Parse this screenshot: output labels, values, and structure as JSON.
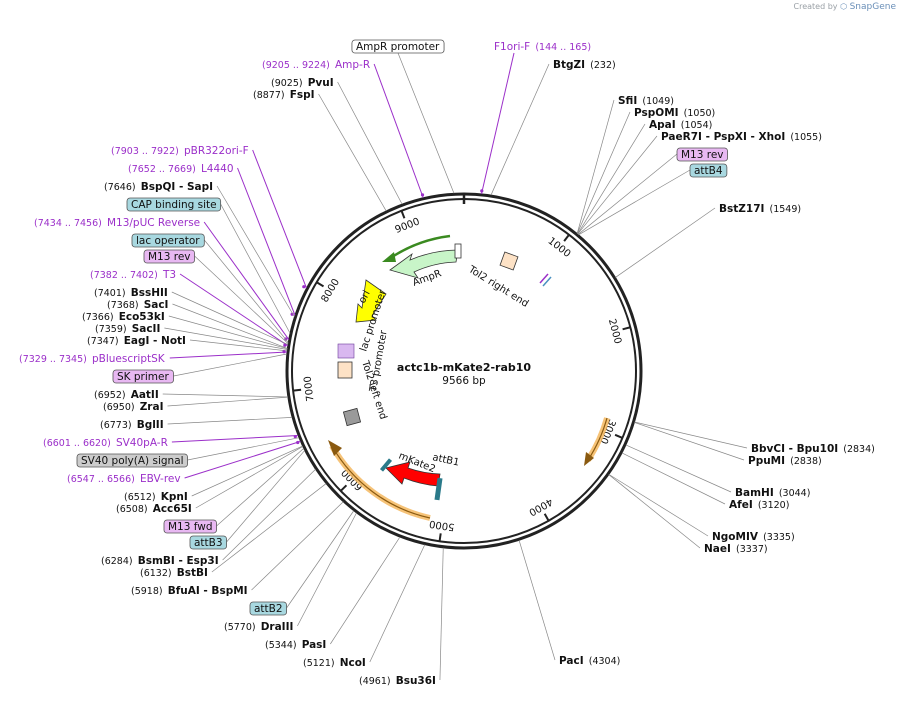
{
  "credit": {
    "prefix": "Created by",
    "brand": "SnapGene"
  },
  "plasmid": {
    "name": "actc1b-mKate2-rab10",
    "length_label": "9566 bp",
    "length": 9566
  },
  "colors": {
    "backbone": "#222222",
    "feature_purple": "#9b2fc9",
    "site_black": "#111111",
    "box_white": "#ffffff",
    "box_purple": "#e8b8f2",
    "box_teal": "#a8d8e0",
    "box_gray": "#cccccc",
    "ampr": "#c8f5c8",
    "ori": "#ffff00",
    "mkate2": "#ff0000",
    "arrow_orange": "#f5b860",
    "arrow_green": "#3a8a20"
  },
  "ticks": [
    {
      "label": "1000",
      "pos": 1000
    },
    {
      "label": "2000",
      "pos": 2000
    },
    {
      "label": "3000",
      "pos": 3000
    },
    {
      "label": "4000",
      "pos": 4000
    },
    {
      "label": "5000",
      "pos": 5000
    },
    {
      "label": "6000",
      "pos": 6000
    },
    {
      "label": "7000",
      "pos": 7000
    },
    {
      "label": "8000",
      "pos": 8000
    },
    {
      "label": "9000",
      "pos": 9000
    }
  ],
  "labels": [
    {
      "id": "ampr-promoter",
      "kind": "box",
      "text": "AmpR promoter",
      "box": "white",
      "pos": 9480
    },
    {
      "id": "f1ori-f",
      "kind": "feature",
      "name": "F1ori-F",
      "range": "(144 .. 165)",
      "pos": 150
    },
    {
      "id": "btgzi",
      "kind": "site",
      "name": "BtgZI",
      "pospart": "(232)",
      "pos": 232
    },
    {
      "id": "ampr-primer",
      "kind": "feature",
      "name": "Amp-R",
      "range": "(9205 .. 9224)",
      "pos": 9214
    },
    {
      "id": "pvui",
      "kind": "site",
      "name": "PvuI",
      "pospart": "(9025)",
      "pos": 9025
    },
    {
      "id": "fspi",
      "kind": "site",
      "name": "FspI",
      "pospart": "(8877)",
      "pos": 8877
    },
    {
      "id": "sfii",
      "kind": "site",
      "name": "SfiI",
      "pospart": "(1049)",
      "pos": 1049
    },
    {
      "id": "pspomi",
      "kind": "site",
      "name": "PspOMI",
      "pospart": "(1050)",
      "pos": 1050
    },
    {
      "id": "apai",
      "kind": "site",
      "name": "ApaI",
      "pospart": "(1054)",
      "pos": 1054
    },
    {
      "id": "paer7i",
      "kind": "site",
      "name": "PaeR7I  - PspXI  - XhoI",
      "pospart": "(1055)",
      "pos": 1055
    },
    {
      "id": "m13rev-right",
      "kind": "box",
      "text": "M13 rev",
      "box": "purple",
      "pos": 1060
    },
    {
      "id": "attb4",
      "kind": "box",
      "text": "attB4",
      "box": "teal",
      "pos": 1065
    },
    {
      "id": "bstz17i",
      "kind": "site",
      "name": "BstZ17I",
      "pospart": "(1549)",
      "pos": 1549
    },
    {
      "id": "pbr322ori",
      "kind": "feature",
      "name": "pBR322ori-F",
      "range": "(7903 .. 7922)",
      "pos": 7912
    },
    {
      "id": "l4440",
      "kind": "feature",
      "name": "L4440",
      "range": "(7652 .. 7669)",
      "pos": 7660
    },
    {
      "id": "bspqi",
      "kind": "site",
      "name": "BspQI  - SapI",
      "pospart": "(7646)",
      "pos": 7646
    },
    {
      "id": "cap-site",
      "kind": "box",
      "text": "CAP binding site",
      "box": "teal",
      "pos": 7500
    },
    {
      "id": "m13puc",
      "kind": "feature",
      "name": "M13/pUC Reverse",
      "range": "(7434 .. 7456)",
      "pos": 7445
    },
    {
      "id": "lac-operator",
      "kind": "box",
      "text": "lac operator",
      "box": "teal",
      "pos": 7420
    },
    {
      "id": "m13rev-left",
      "kind": "box",
      "text": "M13 rev",
      "box": "purple",
      "pos": 7410
    },
    {
      "id": "t3",
      "kind": "feature",
      "name": "T3",
      "range": "(7382 .. 7402)",
      "pos": 7392
    },
    {
      "id": "bsshii",
      "kind": "site",
      "name": "BssHII",
      "pospart": "(7401)",
      "pos": 7401
    },
    {
      "id": "saci",
      "kind": "site",
      "name": "SacI",
      "pospart": "(7368)",
      "pos": 7368
    },
    {
      "id": "eco53ki",
      "kind": "site",
      "name": "Eco53kI",
      "pospart": "(7366)",
      "pos": 7366
    },
    {
      "id": "sacii",
      "kind": "site",
      "name": "SacII",
      "pospart": "(7359)",
      "pos": 7359
    },
    {
      "id": "eagi",
      "kind": "site",
      "name": "EagI  - NotI",
      "pospart": "(7347)",
      "pos": 7347
    },
    {
      "id": "pbluescriptsk",
      "kind": "feature",
      "name": "pBluescriptSK",
      "range": "(7329 .. 7345)",
      "pos": 7337
    },
    {
      "id": "sk-primer",
      "kind": "box",
      "text": "SK primer",
      "box": "purple",
      "pos": 7320
    },
    {
      "id": "aatii",
      "kind": "site",
      "name": "AatII",
      "pospart": "(6952)",
      "pos": 6952
    },
    {
      "id": "zrai",
      "kind": "site",
      "name": "ZraI",
      "pospart": "(6950)",
      "pos": 6950
    },
    {
      "id": "bglii",
      "kind": "site",
      "name": "BglII",
      "pospart": "(6773)",
      "pos": 6773
    },
    {
      "id": "sv40pa-r",
      "kind": "feature",
      "name": "SV40pA-R",
      "range": "(6601 .. 6620)",
      "pos": 6610
    },
    {
      "id": "sv40polya",
      "kind": "box",
      "text": "SV40 poly(A) signal",
      "box": "gray",
      "pos": 6590
    },
    {
      "id": "ebv-rev",
      "kind": "feature",
      "name": "EBV-rev",
      "range": "(6547 .. 6566)",
      "pos": 6556
    },
    {
      "id": "kpni",
      "kind": "site",
      "name": "KpnI",
      "pospart": "(6512)",
      "pos": 6512
    },
    {
      "id": "acc65i",
      "kind": "site",
      "name": "Acc65I",
      "pospart": "(6508)",
      "pos": 6508
    },
    {
      "id": "m13fwd",
      "kind": "box",
      "text": "M13 fwd",
      "box": "purple",
      "pos": 6490
    },
    {
      "id": "attb3",
      "kind": "box",
      "text": "attB3",
      "box": "teal",
      "pos": 6470
    },
    {
      "id": "bsmbi",
      "kind": "site",
      "name": "BsmBI  - Esp3I",
      "pospart": "(6284)",
      "pos": 6284
    },
    {
      "id": "bstbi",
      "kind": "site",
      "name": "BstBI",
      "pospart": "(6132)",
      "pos": 6132
    },
    {
      "id": "bfuai",
      "kind": "site",
      "name": "BfuAI  - BspMI",
      "pospart": "(5918)",
      "pos": 5918
    },
    {
      "id": "attb2",
      "kind": "box",
      "text": "attB2",
      "box": "teal",
      "pos": 5800
    },
    {
      "id": "draiii",
      "kind": "site",
      "name": "DraIII",
      "pospart": "(5770)",
      "pos": 5770
    },
    {
      "id": "psti",
      "kind": "site",
      "name": "PasI",
      "pospart": "(5344)",
      "pos": 5344
    },
    {
      "id": "ncoi",
      "kind": "site",
      "name": "NcoI",
      "pospart": "(5121)",
      "pos": 5121
    },
    {
      "id": "bsu36i",
      "kind": "site",
      "name": "Bsu36I",
      "pospart": "(4961)",
      "pos": 4961
    },
    {
      "id": "paci",
      "kind": "site",
      "name": "PacI",
      "pospart": "(4304)",
      "pos": 4304
    },
    {
      "id": "bbvci",
      "kind": "site",
      "name": "BbvCI  - Bpu10I",
      "pospart": "(2834)",
      "pos": 2834
    },
    {
      "id": "ppumi",
      "kind": "site",
      "name": "PpuMI",
      "pospart": "(2838)",
      "pos": 2838
    },
    {
      "id": "bamhi",
      "kind": "site",
      "name": "BamHI",
      "pospart": "(3044)",
      "pos": 3044
    },
    {
      "id": "afei",
      "kind": "site",
      "name": "AfeI",
      "pospart": "(3120)",
      "pos": 3120
    },
    {
      "id": "ngomiv",
      "kind": "site",
      "name": "NgoMIV",
      "pospart": "(3335)",
      "pos": 3335
    },
    {
      "id": "naei",
      "kind": "site",
      "name": "NaeI",
      "pospart": "(3337)",
      "pos": 3337
    }
  ],
  "inner_features": [
    {
      "id": "ampr",
      "text": "AmpR"
    },
    {
      "id": "ori",
      "text": "ori"
    },
    {
      "id": "tol2-right",
      "text": "Tol2 right end"
    },
    {
      "id": "tol2-left",
      "text": "Tol2 left end"
    },
    {
      "id": "lac-promoter",
      "text": "lac promoter"
    },
    {
      "id": "t3-promoter",
      "text": "T3 promoter"
    },
    {
      "id": "mkate2",
      "text": "mKate2"
    },
    {
      "id": "attb1",
      "text": "attB1"
    }
  ]
}
